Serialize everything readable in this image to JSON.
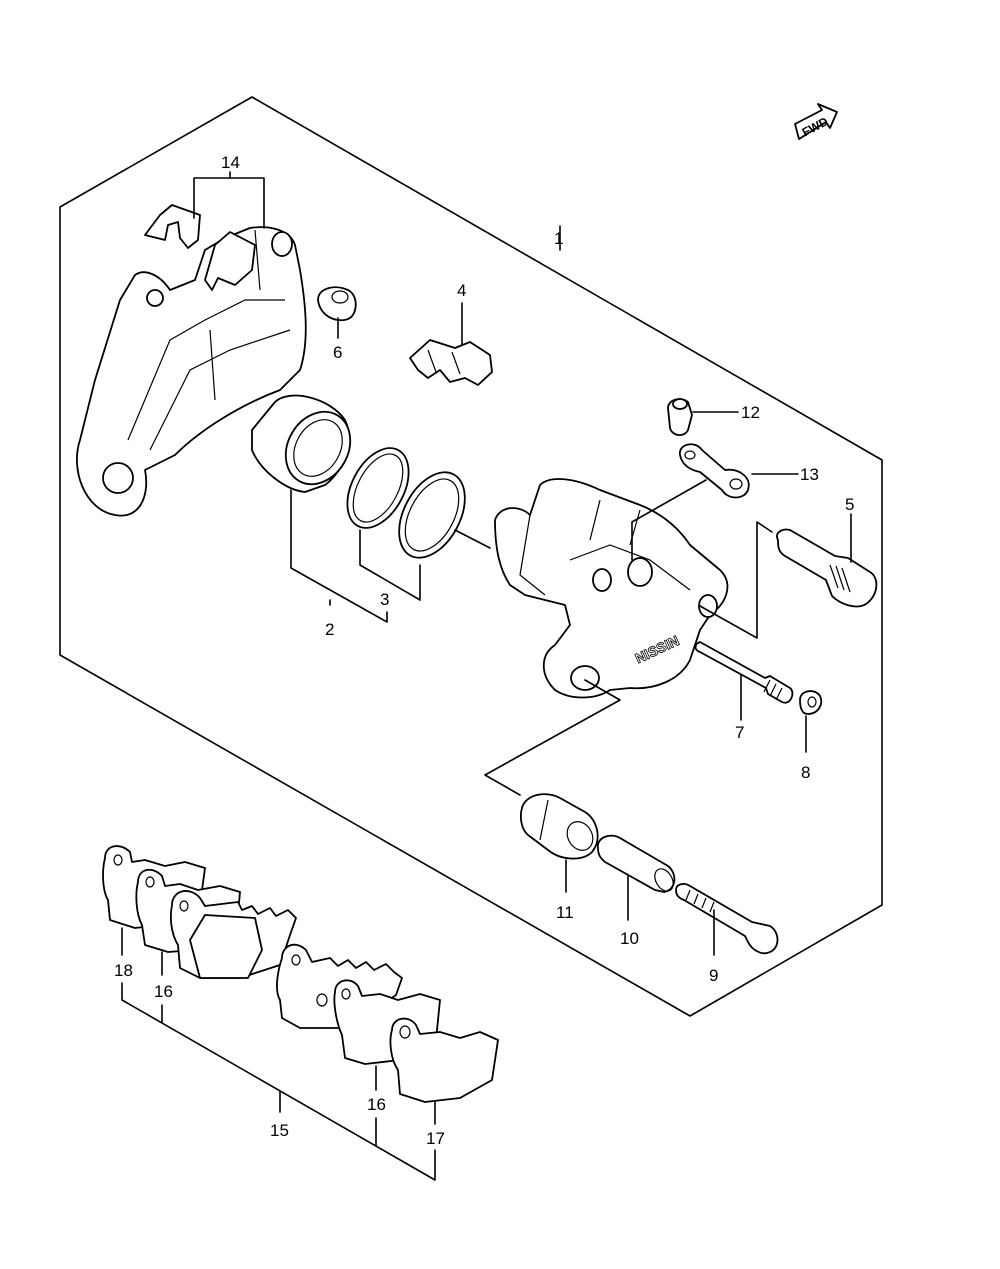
{
  "fwd_label": "FWD",
  "brand_mark": "NISSIN",
  "callouts": {
    "c1": "1",
    "c2": "2",
    "c3": "3",
    "c4": "4",
    "c5": "5",
    "c6": "6",
    "c7": "7",
    "c8": "8",
    "c9": "9",
    "c10": "10",
    "c11": "11",
    "c12": "12",
    "c13": "13",
    "c14": "14",
    "c15": "15",
    "c16a": "16",
    "c16b": "16",
    "c17": "17",
    "c18": "18"
  }
}
